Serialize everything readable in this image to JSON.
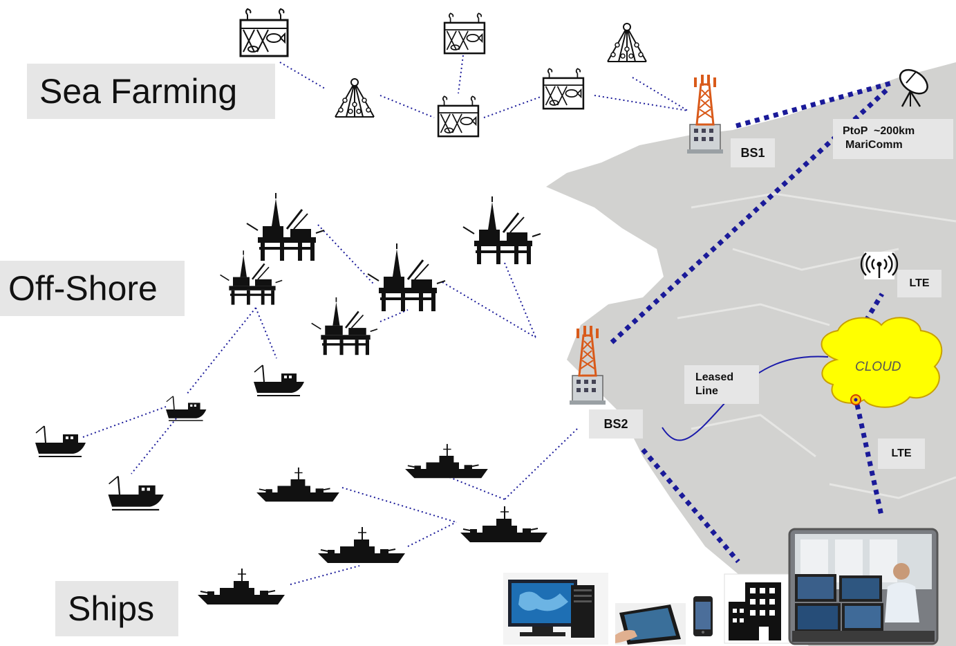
{
  "regions": {
    "sea_farming": "Sea Farming",
    "off_shore": "Off-Shore",
    "ships": "Ships"
  },
  "stations": {
    "bs1": "BS1",
    "bs2": "BS2"
  },
  "links": {
    "ptop_line1": "PtoP  ~200km",
    "ptop_line2": "MariComm",
    "lte_upper": "LTE",
    "lte_lower": "LTE",
    "leased_line1": "Leased",
    "leased_line2": "Line"
  },
  "cloud": {
    "label": "CLOUD",
    "fill": "#ffff00"
  },
  "colors": {
    "link_dotted": "#1a1a99",
    "backbone": "#1a1a99",
    "tower": "#d95a1a",
    "land": "#d2d2d0"
  },
  "icons": [
    "fish-cage-icon",
    "aggregator-node-icon",
    "satellite-dish-icon",
    "base-station-tower-icon",
    "oil-rig-icon",
    "fishing-boat-icon",
    "warship-icon",
    "antenna-signal-icon",
    "desktop-computer-icon",
    "tablet-icon",
    "smartphone-icon",
    "office-building-icon",
    "control-room-photo-icon"
  ]
}
